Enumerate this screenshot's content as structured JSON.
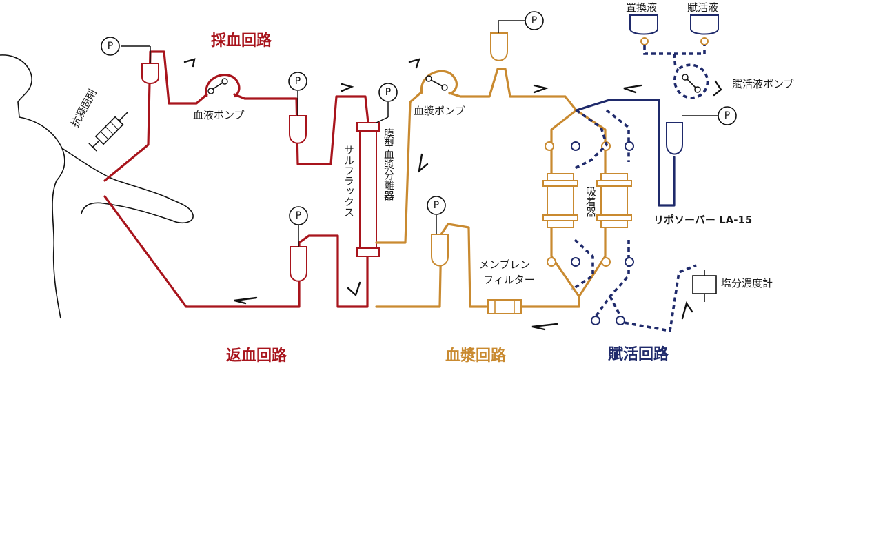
{
  "circuits": {
    "blood_draw": "採血回路",
    "blood_return": "返血回路",
    "plasma": "血漿回路",
    "regeneration": "賦活回路"
  },
  "components": {
    "anticoagulant": "抗凝固剤",
    "blood_pump": "血液ポンプ",
    "sulflux": "サルフラックス",
    "membrane_separator": "膜型血漿分離器",
    "plasma_pump": "血漿ポンプ",
    "adsorber": "吸着器",
    "membrane_filter_line1": "メンブレン",
    "membrane_filter_line2": "フィルター",
    "replacement_fluid": "置換液",
    "regeneration_fluid": "賦活液",
    "regeneration_pump": "賦活液ポンプ",
    "liposorber": "リポソーバー LA-15",
    "salinity_meter": "塩分濃度計"
  },
  "pressure_label": "P",
  "colors": {
    "blood": "#a8141c",
    "plasma": "#c98a30",
    "regeneration": "#1f2a6b"
  }
}
